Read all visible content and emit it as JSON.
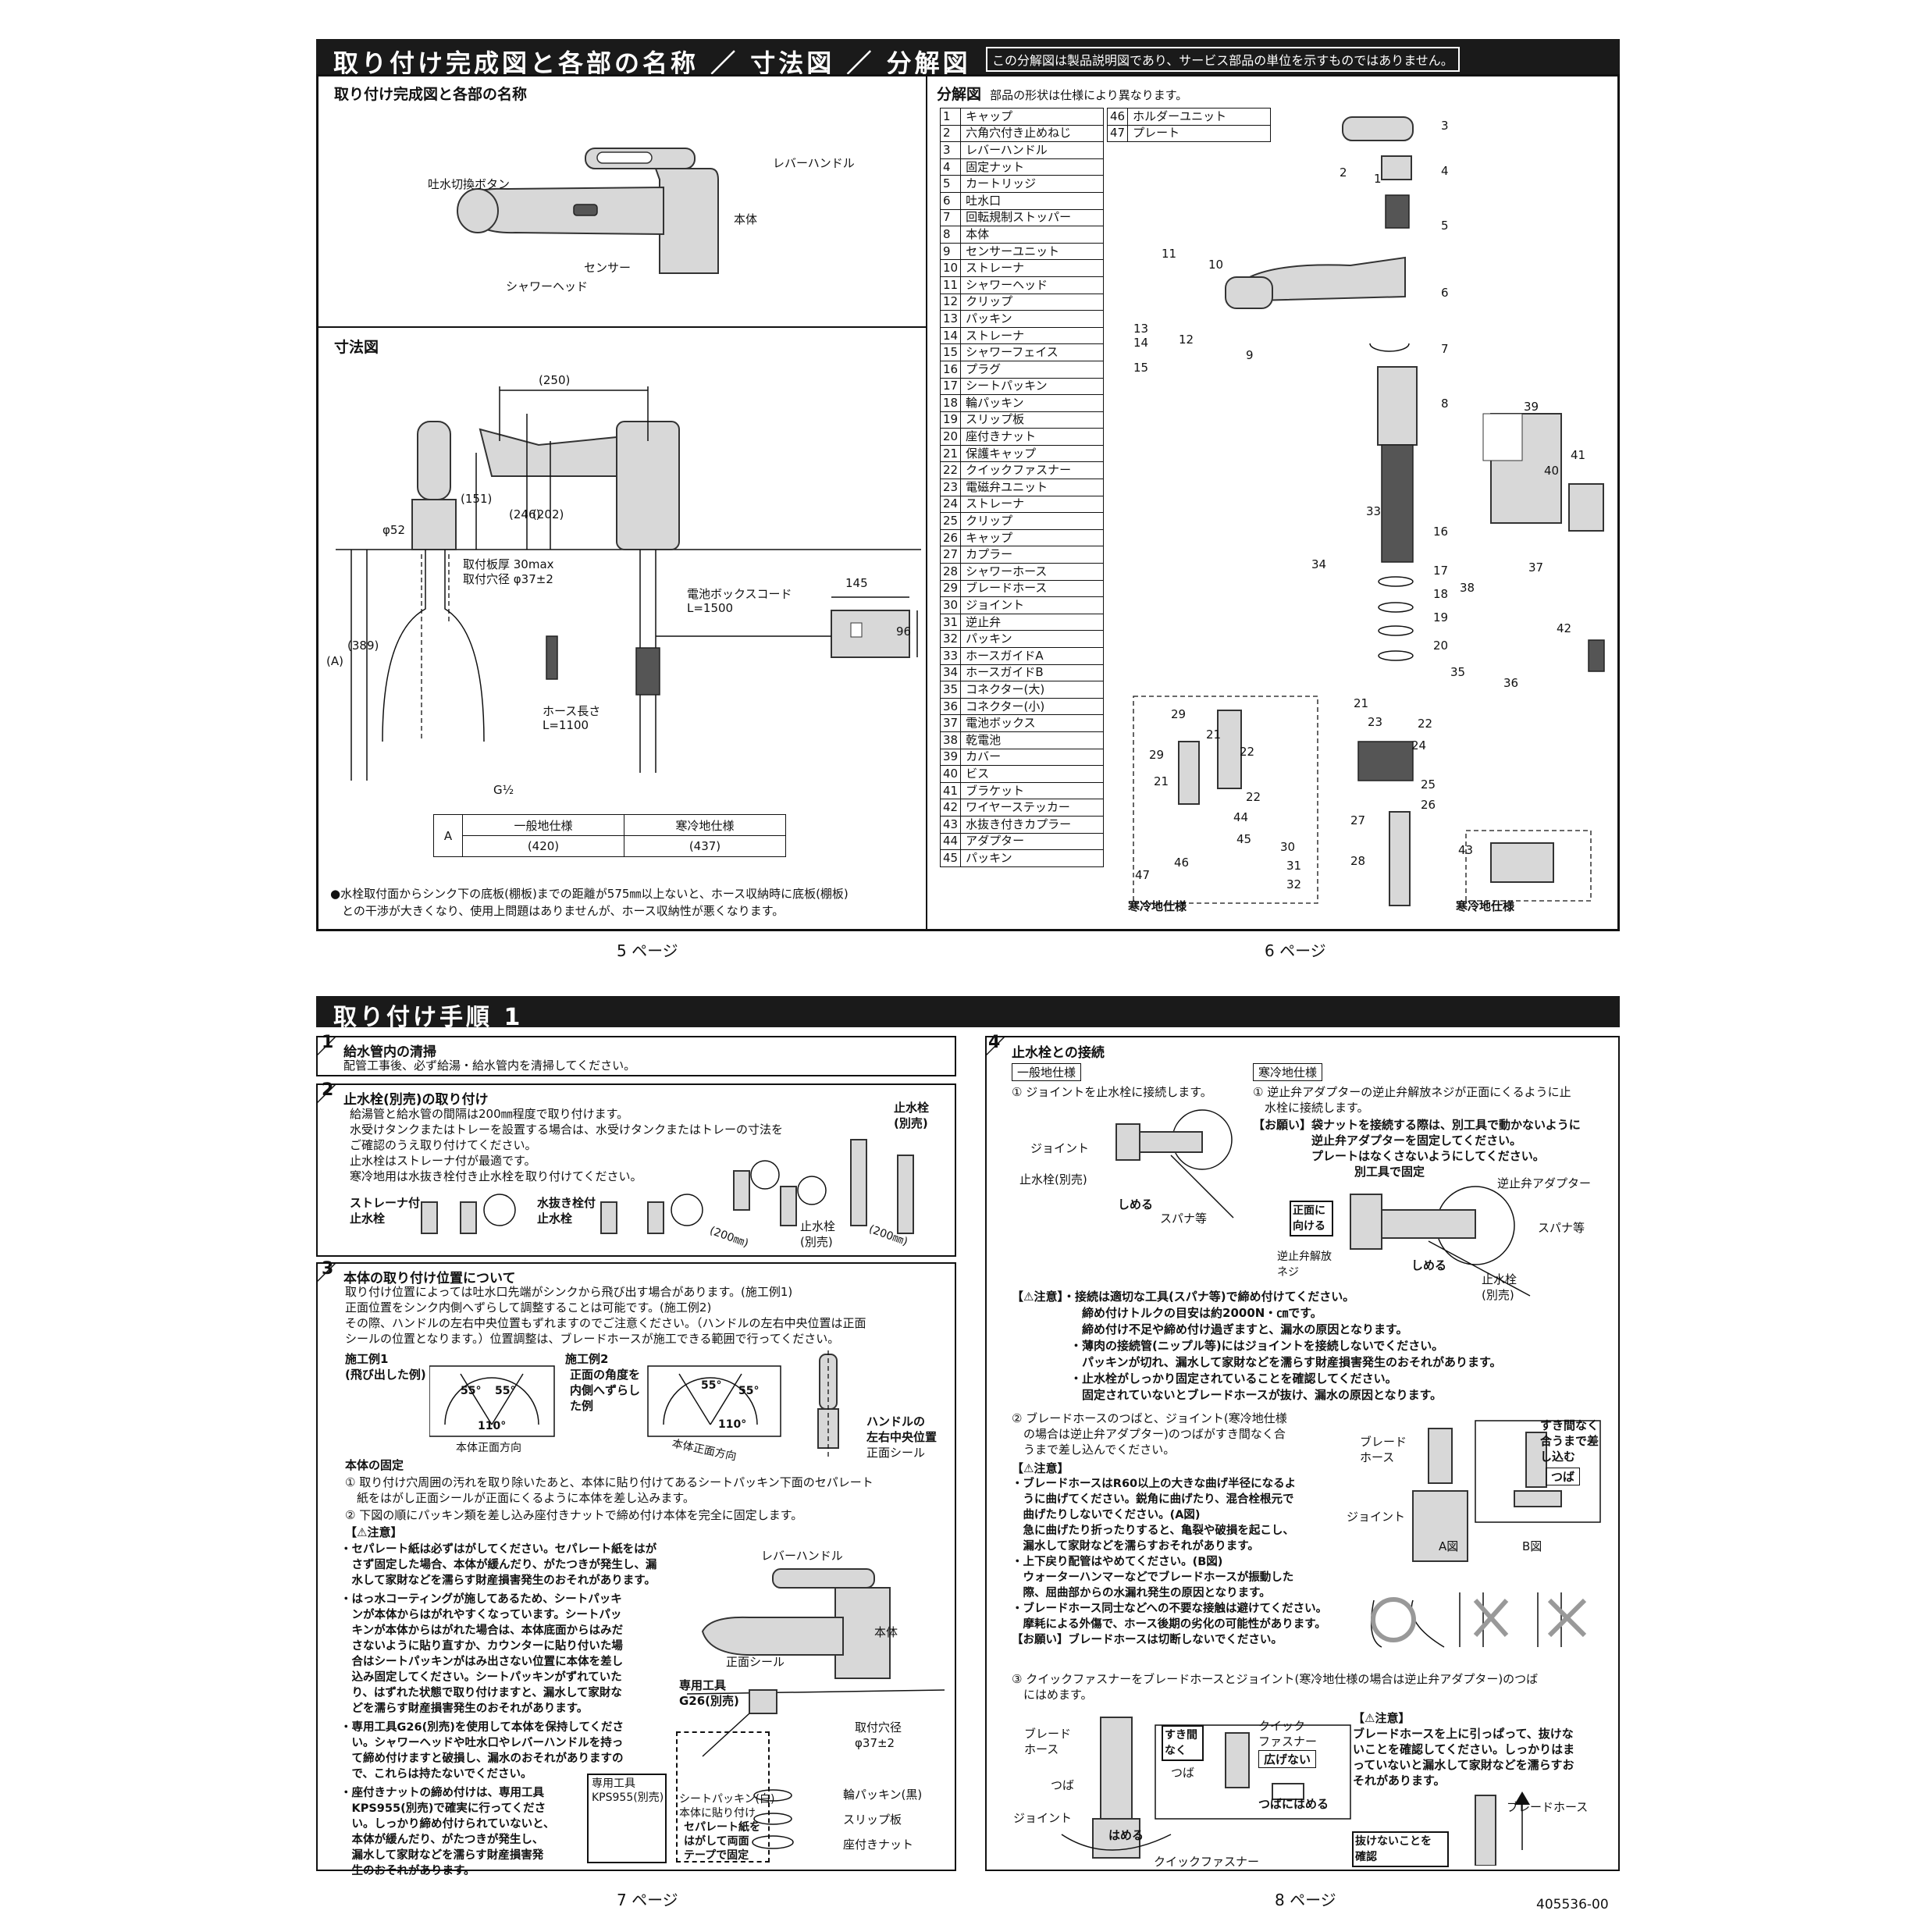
{
  "top_header": {
    "title": "取り付け完成図と各部の名称 ／ 寸法図 ／ 分解図",
    "note": "この分解図は製品説明図であり、サービス部品の単位を示すものではありません。"
  },
  "names_section": {
    "title": "取り付け完成図と各部の名称",
    "labels": {
      "lever": "レバーハンドル",
      "switch": "吐水切換ボタン",
      "body": "本体",
      "sensor": "センサー",
      "shower": "シャワーヘッド"
    }
  },
  "dim_section": {
    "title": "寸法図",
    "d250": "(250)",
    "d151": "(151)",
    "d246": "(246)",
    "d202": "(202)",
    "d52": "φ52",
    "plate": "取付板厚 30max",
    "hole": "取付穴径 φ37±2",
    "dA": "(A)",
    "d389": "(389)",
    "g": "G½",
    "battery_cord": "電池ボックスコード",
    "battery_len": "L=1500",
    "d145": "145",
    "d96": "96",
    "hose_len_label": "ホース長さ",
    "hose_len": "L=1100",
    "table": {
      "row_label": "A",
      "col1": "一般地仕様",
      "col2": "寒冷地仕様",
      "v1": "(420)",
      "v2": "(437)"
    },
    "note1": "●水栓取付面からシンク下の底板(棚板)までの距離が575㎜以上ないと、ホース収納時に底板(棚板)",
    "note2": "　との干渉が大きくなり、使用上問題はありませんが、ホース収納性が悪くなります。"
  },
  "exploded": {
    "title": "分解図",
    "subtitle": "部品の形状は仕様により異なります。",
    "parts_left": [
      [
        "1",
        "キャップ"
      ],
      [
        "2",
        "六角穴付き止めねじ"
      ],
      [
        "3",
        "レバーハンドル"
      ],
      [
        "4",
        "固定ナット"
      ],
      [
        "5",
        "カートリッジ"
      ],
      [
        "6",
        "吐水口"
      ],
      [
        "7",
        "回転規制ストッパー"
      ],
      [
        "8",
        "本体"
      ],
      [
        "9",
        "センサーユニット"
      ],
      [
        "10",
        "ストレーナ"
      ],
      [
        "11",
        "シャワーヘッド"
      ],
      [
        "12",
        "クリップ"
      ],
      [
        "13",
        "パッキン"
      ],
      [
        "14",
        "ストレーナ"
      ],
      [
        "15",
        "シャワーフェイス"
      ],
      [
        "16",
        "プラグ"
      ],
      [
        "17",
        "シートパッキン"
      ],
      [
        "18",
        "輪パッキン"
      ],
      [
        "19",
        "スリップ板"
      ],
      [
        "20",
        "座付きナット"
      ],
      [
        "21",
        "保護キャップ"
      ],
      [
        "22",
        "クイックファスナー"
      ],
      [
        "23",
        "電磁弁ユニット"
      ],
      [
        "24",
        "ストレーナ"
      ],
      [
        "25",
        "クリップ"
      ],
      [
        "26",
        "キャップ"
      ],
      [
        "27",
        "カプラー"
      ],
      [
        "28",
        "シャワーホース"
      ],
      [
        "29",
        "ブレードホース"
      ],
      [
        "30",
        "ジョイント"
      ],
      [
        "31",
        "逆止弁"
      ],
      [
        "32",
        "パッキン"
      ],
      [
        "33",
        "ホースガイドA"
      ],
      [
        "34",
        "ホースガイドB"
      ],
      [
        "35",
        "コネクター(大)"
      ],
      [
        "36",
        "コネクター(小)"
      ],
      [
        "37",
        "電池ボックス"
      ],
      [
        "38",
        "乾電池"
      ],
      [
        "39",
        "カバー"
      ],
      [
        "40",
        "ビス"
      ],
      [
        "41",
        "ブラケット"
      ],
      [
        "42",
        "ワイヤーステッカー"
      ],
      [
        "43",
        "水抜き付きカプラー"
      ],
      [
        "44",
        "アダプター"
      ],
      [
        "45",
        "パッキン"
      ]
    ],
    "parts_right": [
      [
        "46",
        "ホルダーユニット"
      ],
      [
        "47",
        "プレート"
      ]
    ],
    "cold1": "寒冷地仕様",
    "cold2": "寒冷地仕様",
    "nums": [
      "1",
      "2",
      "3",
      "4",
      "5",
      "6",
      "7",
      "8",
      "9",
      "10",
      "11",
      "12",
      "13",
      "14",
      "15",
      "16",
      "17",
      "18",
      "19",
      "20",
      "21",
      "22",
      "23",
      "24",
      "25",
      "26",
      "27",
      "28",
      "29",
      "30",
      "31",
      "32",
      "33",
      "34",
      "35",
      "36",
      "37",
      "38",
      "39",
      "40",
      "41",
      "42",
      "43",
      "44",
      "45",
      "46",
      "47",
      "21",
      "22",
      "29",
      "21",
      "22"
    ]
  },
  "pages": {
    "p5": "5 ページ",
    "p6": "6 ページ",
    "p7": "7 ページ",
    "p8": "8 ページ",
    "code": "405536-00"
  },
  "bottom_header": {
    "title": "取り付け手順 1"
  },
  "step1": {
    "no": "1",
    "title": "給水管内の清掃",
    "text": "配管工事後、必ず給湯・給水管内を清掃してください。"
  },
  "step2": {
    "no": "2",
    "title": "止水栓(別売)の取り付け",
    "lines": [
      "給湯管と給水管の間隔は200㎜程度で取り付けます。",
      "水受けタンクまたはトレーを設置する場合は、水受けタンクまたはトレーの寸法を",
      "ご確認のうえ取り付けてください。",
      "止水栓はストレーナ付が最適です。",
      "寒冷地用は水抜き栓付き止水栓を取り付けてください。"
    ],
    "valve1": "ストレーナ付",
    "valve1b": "止水栓",
    "valve2": "水抜き栓付",
    "valve2b": "止水栓",
    "valve3": "止水栓",
    "valve3b": "(別売)",
    "valve4": "止水栓",
    "valve4b": "(別売)",
    "d200a": "(200㎜)",
    "d200b": "(200㎜)"
  },
  "step3": {
    "no": "3",
    "title": "本体の取り付け位置について",
    "lines": [
      "取り付け位置によっては吐水口先端がシンクから飛び出す場合があります。(施工例1)",
      "正面位置をシンク内側へずらして調整することは可能です。(施工例2)",
      "その際、ハンドルの左右中央位置もずれますのでご注意ください。（ハンドルの左右中央位置は正面",
      "シールの位置となります。）位置調整は、ブレードホースが施工できる範囲で行ってください。"
    ],
    "ex1": "施工例1",
    "ex1b": "(飛び出した例)",
    "ex2": "施工例2",
    "ex2b": "正面の角度を",
    "ex2c": "内側へずらし",
    "ex2d": "た例",
    "a55a": "55°",
    "a55b": "55°",
    "a110a": "110°",
    "a55c": "55°",
    "a55d": "55°",
    "a110b": "110°",
    "front1": "本体正面方向",
    "front2": "本体正面方向",
    "handle_center": "ハンドルの",
    "handle_center2": "左右中央位置",
    "front_seal": "正面シール",
    "fix_title": "本体の固定",
    "fix1": "① 取り付け穴周囲の汚れを取り除いたあと、本体に貼り付けてあるシートパッキン下面のセパレート",
    "fix1b": "　紙をはがし正面シールが正面にくるように本体を差し込みます。",
    "fix2": "② 下図の順にパッキン類を差し込み座付きナットで締め付け本体を完全に固定します。",
    "caution": "【⚠注意】",
    "c1": "・セパレート紙は必ずはがしてください。セパレート紙をはが",
    "c1b": "　さず固定した場合、本体が緩んだり、がたつきが発生し、漏",
    "c1c": "　水して家財などを濡らす財産損害発生のおそれがあります。",
    "c2": "・はっ水コーティングが施してあるため、シートパッキ",
    "c2b": "　ンが本体からはがれやすくなっています。シートパッ",
    "c2c": "　キンが本体からはがれた場合は、本体底面からはみだ",
    "c2d": "　さないように貼り直すか、カウンターに貼り付いた場",
    "c2e": "　合はシートパッキンがはみ出さない位置に本体を差し",
    "c2f": "　込み固定してください。シートパッキンがずれていた",
    "c2g": "　り、はずれた状態で取り付けますと、漏水して家財な",
    "c2h": "　どを濡らす財産損害発生のおそれがあります。",
    "c3": "・専用工具G26(別売)を使用して本体を保持してくださ",
    "c3b": "　い。シャワーヘッドや吐水口やレバーハンドルを持っ",
    "c3c": "　て締め付けますと破損し、漏水のおそれがありますの",
    "c3d": "　で、これらは持たないでください。",
    "c4": "・座付きナットの締め付けは、専用工具",
    "c4b": "　KPS955(別売)で確実に行ってくださ",
    "c4c": "　い。しっかり締め付けられていないと、",
    "c4d": "　本体が緩んだり、がたつきが発生し、",
    "c4e": "　漏水して家財などを濡らす財産損害発",
    "c4f": "　生のおそれがあります。",
    "lever": "レバーハンドル",
    "body": "本体",
    "front_seal2": "正面シール",
    "tool": "専用工具",
    "tool2": "G26(別売)",
    "hole": "取付穴径",
    "hole2": "φ37±2",
    "ring": "輪パッキン(黒)",
    "slip": "スリップ板",
    "nut": "座付きナット",
    "tool3": "専用工具",
    "tool4": "KPS955(別売)",
    "seat": "シートパッキン(白)",
    "seat2": "本体に貼り付け",
    "seat3": "セパレート紙を",
    "seat4": "はがして両面",
    "seat5": "テープで固定"
  },
  "step4": {
    "no": "4",
    "title": "止水栓との接続",
    "general": "一般地仕様",
    "cold": "寒冷地仕様",
    "g1": "① ジョイントを止水栓に接続します。",
    "k1": "① 逆止弁アダプターの逆止弁解放ネジが正面にくるように止",
    "k1b": "　水栓に接続します。",
    "k2": "【お願い】袋ナットを接続する際は、別工具で動かないように",
    "k2b": "　　　　　逆止弁アダプターを固定してください。",
    "k2c": "　　　　　プレートはなくさないようにしてください。",
    "k3": "別工具で固定",
    "joint": "ジョイント",
    "valve": "止水栓(別売)",
    "tighten": "しめる",
    "spanner": "スパナ等",
    "front_face": "正面に",
    "front_face2": "向ける",
    "check_adapter": "逆止弁アダプター",
    "spanner2": "スパナ等",
    "release": "逆止弁解放",
    "release2": "ネジ",
    "tighten2": "しめる",
    "valve2": "止水栓",
    "valve2b": "(別売)",
    "n1": "【⚠注意】・接続は適切な工具(スパナ等)で締め付けてください。",
    "n2": "　　　　　　締め付けトルクの目安は約2000N・㎝です。",
    "n3": "　　　　　　締め付け不足や締め付け過ぎますと、漏水の原因となります。",
    "n4": "　　　　　・薄肉の接続管(ニップル等)にはジョイントを接続しないでください。",
    "n5": "　　　　　　パッキンが切れ、漏水して家財などを濡らす財産損害発生のおそれがあります。",
    "n6": "　　　　　・止水栓がしっかり固定されていることを確認してください。",
    "n7": "　　　　　　固定されていないとブレードホースが抜け、漏水の原因となります。",
    "s2": "② ブレードホースのつばと、ジョイント(寒冷地仕様",
    "s2b": "　の場合は逆止弁アダプター)のつばがすき間なく合",
    "s2c": "　うまで差し込んでください。",
    "s2caution": "【⚠注意】",
    "s2l1": "・ブレードホースはR60以上の大きな曲げ半径になるよ",
    "s2l2": "　うに曲げてください。鋭角に曲げたり、混合栓根元で",
    "s2l3": "　曲げたりしないでください。(A図)",
    "s2l4": "　急に曲げたり折ったりすると、亀裂や破損を起こし、",
    "s2l5": "　漏水して家財などを濡らすおそれがあります。",
    "s2l6": "・上下戻り配管はやめてください。(B図)",
    "s2l7": "　ウォーターハンマーなどでブレードホースが振動した",
    "s2l8": "　際、屈曲部からの水漏れ発生の原因となります。",
    "s2l9": "・ブレードホース同士などへの不要な接触は避けてください。",
    "s2l10": "　摩耗による外傷で、ホース後期の劣化の可能性があります。",
    "s2l11": "【お願い】ブレードホースは切断しないでください。",
    "braid": "ブレード",
    "braid2": "ホース",
    "joint2": "ジョイント",
    "gap": "すき間なく",
    "gap2": "合うまで差",
    "gap3": "し込む",
    "tsuba": "つば",
    "figA": "A図",
    "figB": "B図",
    "s3": "③ クイックファスナーをブレードホースとジョイント(寒冷地仕様の場合は逆止弁アダプター)のつば",
    "s3b": "　にはめます。",
    "braid3": "ブレード",
    "braid4": "ホース",
    "tsuba2": "つば",
    "joint3": "ジョイント",
    "fit": "はめる",
    "gap4": "すき間",
    "gap5": "なく",
    "quick": "クイック",
    "quick2": "ファスナー",
    "spread": "広げない",
    "tsuba3": "つば",
    "fit2": "つばにはめる",
    "quick3": "クイックファスナー",
    "s3caution": "【⚠注意】",
    "s3l1": "ブレードホースを上に引っぱって、抜けな",
    "s3l2": "いことを確認してください。しっかりはま",
    "s3l3": "っていないと漏水して家財などを濡らすお",
    "s3l4": "それがあります。",
    "braid5": "ブレードホース",
    "confirm": "抜けないことを",
    "confirm2": "確認"
  }
}
